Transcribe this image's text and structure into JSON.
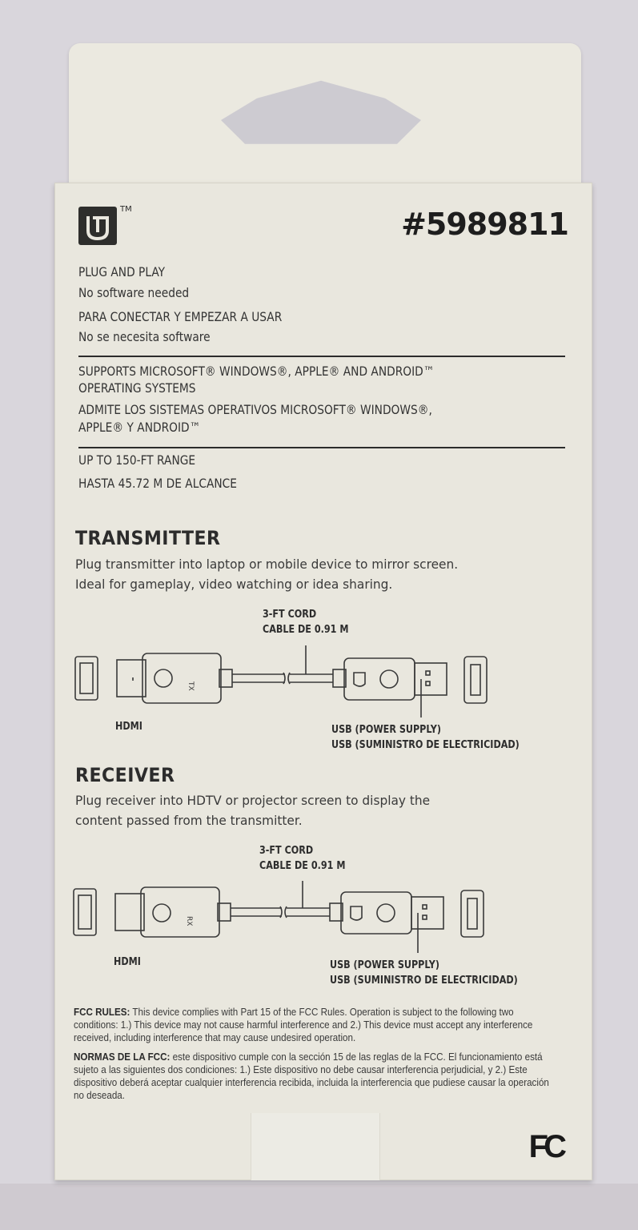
{
  "brand": {
    "logo_icon": "u-shield-logo",
    "trademark": "TM",
    "sku": "#5989811"
  },
  "features": {
    "plug_en": "PLUG AND PLAY",
    "plug_sub_en": "No software needed",
    "plug_es": "PARA CONECTAR Y EMPEZAR A USAR",
    "plug_sub_es": "No se necesita software",
    "supports_1": "SUPPORTS MICROSOFT® WINDOWS®, APPLE® AND ANDROID™",
    "supports_2": "OPERATING SYSTEMS",
    "supports_es_1": "ADMITE LOS SISTEMAS OPERATIVOS MICROSOFT® WINDOWS®,",
    "supports_es_2": "APPLE® Y ANDROID™",
    "range_en": "UP TO 150-FT RANGE",
    "range_es": "HASTA 45.72 M DE ALCANCE"
  },
  "transmitter": {
    "title": "TRANSMITTER",
    "desc_1": "Plug transmitter into laptop or mobile device to mirror screen.",
    "desc_2": "Ideal for gameplay, video watching or idea sharing.",
    "cord_en": "3-FT CORD",
    "cord_es": "CABLE DE 0.91 M",
    "hdmi": "HDMI",
    "usb_en": "USB (POWER SUPPLY)",
    "usb_es": "USB (SUMINISTRO DE ELECTRICIDAD)",
    "tag": "TX"
  },
  "receiver": {
    "title": "RECEIVER",
    "desc_1": "Plug receiver into HDTV or projector screen to display the",
    "desc_2": "content passed from the transmitter.",
    "cord_en": "3-FT CORD",
    "cord_es": "CABLE DE 0.91 M",
    "hdmi": "HDMI",
    "usb_en": "USB (POWER SUPPLY)",
    "usb_es": "USB (SUMINISTRO DE ELECTRICIDAD)",
    "tag": "RX"
  },
  "fcc": {
    "en_label": "FCC RULES:",
    "en_text": " This device complies with Part 15 of the FCC Rules. Operation is subject to the following two conditions: 1.) This device may not cause harmful interference and 2.) This device must accept any interference received, including interference that may cause undesired operation.",
    "es_label": "NORMAS DE LA FCC:",
    "es_text": " este dispositivo cumple con la sección 15 de las reglas de la FCC. El funcionamiento está sujeto a las siguientes dos condiciones: 1.) Este dispositivo no debe causar interferencia perjudicial, y 2.) Este dispositivo deberá aceptar cualquier interferencia recibida, incluida la interferencia que pudiese causar la operación no deseada.",
    "logo": "FC"
  }
}
